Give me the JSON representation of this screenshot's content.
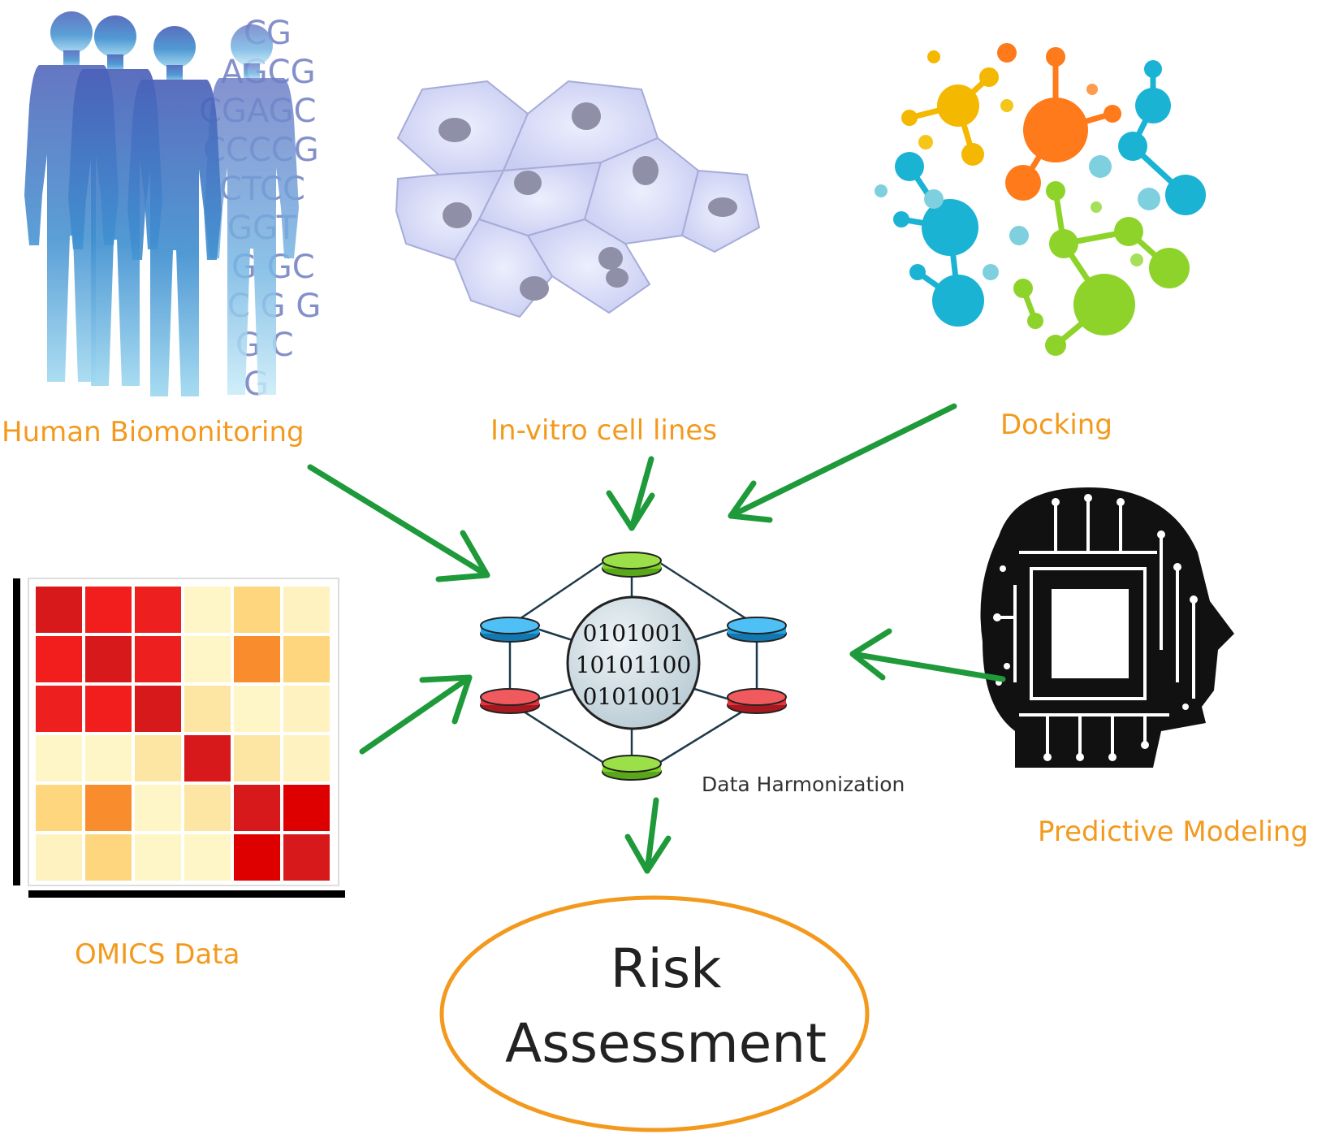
{
  "labels": {
    "human": "Human Biomonitoring",
    "invitro": "In-vitro cell lines",
    "docking": "Docking",
    "omics": "OMICS Data",
    "predictive": "Predictive Modeling",
    "harmonization": "Data Harmonization",
    "risk_line1": "Risk",
    "risk_line2": "Assessment"
  },
  "dna_letters": [
    "CG",
    "AGCG",
    "CGAGC",
    "CCCCG",
    "CTCC",
    "GGT",
    "G GC",
    "C G G",
    "G C",
    "G"
  ],
  "binary_lines": [
    "0101001",
    "10101100",
    "0101001"
  ],
  "heatmap_colors": [
    [
      "#d7191c",
      "#f21d1d",
      "#ee1f1f",
      "#fef6c6",
      "#fdd67e",
      "#fef3c0"
    ],
    [
      "#f21d1d",
      "#d7191c",
      "#ee1f1f",
      "#fef6c6",
      "#f98d2e",
      "#fdd67e"
    ],
    [
      "#ee1f1f",
      "#f21d1d",
      "#d7191c",
      "#fde6a4",
      "#fef6c6",
      "#fef3c0"
    ],
    [
      "#fef6c6",
      "#fef6c6",
      "#fde6a4",
      "#d7191c",
      "#fde6a4",
      "#fef3c0"
    ],
    [
      "#fdd67e",
      "#f98d2e",
      "#fef6c6",
      "#fde6a4",
      "#d7191c",
      "#de0000"
    ],
    [
      "#fef3c0",
      "#fdd67e",
      "#fef6c6",
      "#fef6c6",
      "#de0000",
      "#d7191c"
    ]
  ],
  "colors": {
    "label": "#f39a1e",
    "arrow": "#1e9a3a",
    "ellipse": "#f39a1e",
    "node_green": "#7ed321",
    "node_blue": "#1ea3e6",
    "node_red": "#e6333a"
  }
}
